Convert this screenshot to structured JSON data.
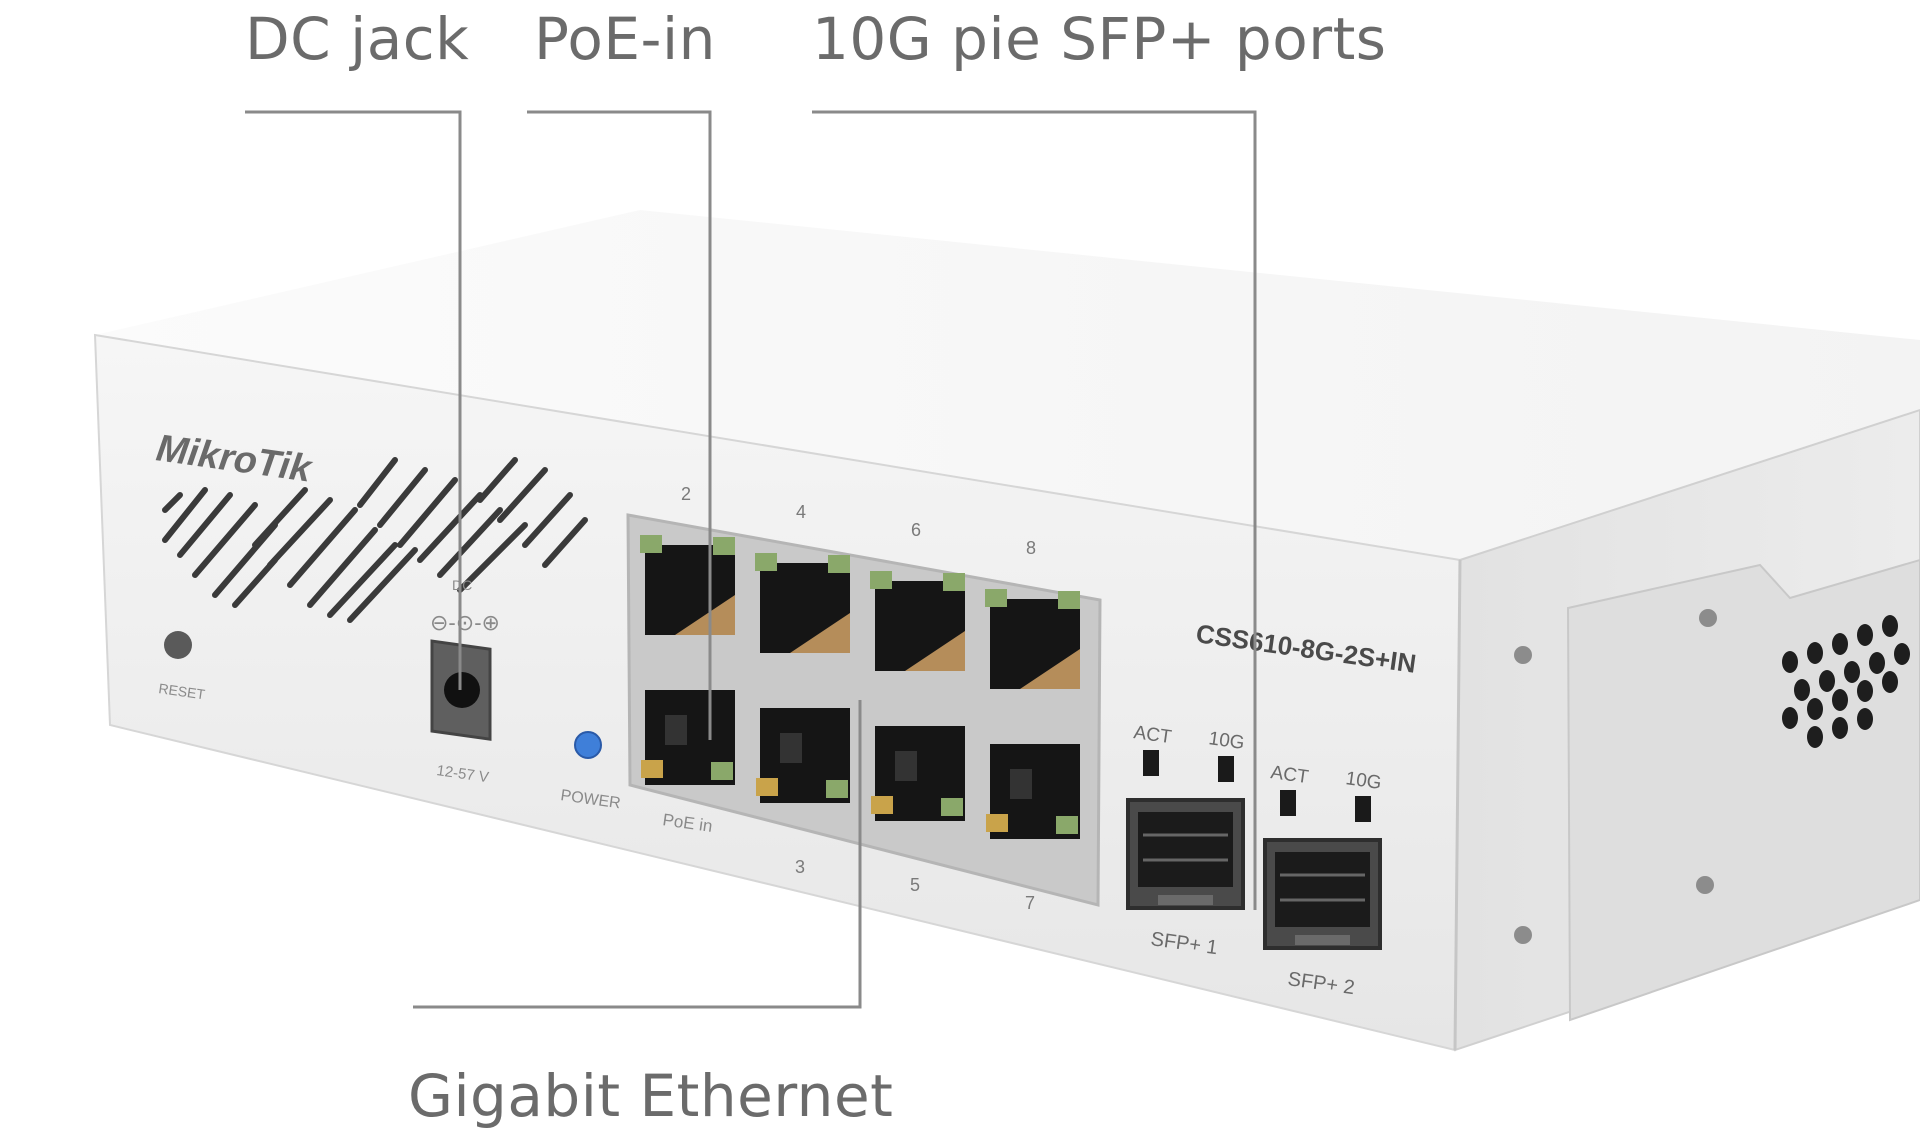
{
  "callouts": {
    "dc_jack": "DC jack",
    "poe_in": "PoE-in",
    "sfp_ports": "10G pie SFP+ ports",
    "gigabit": "Gigabit Ethernet"
  },
  "device": {
    "brand": "MikroTik",
    "model": "CSS610-8G-2S+IN",
    "reset_label": "RESET",
    "dc_label": "DC",
    "voltage_label": "12-57 V",
    "power_label": "POWER",
    "poe_label": "PoE in",
    "top_port_numbers": [
      "2",
      "4",
      "6",
      "8"
    ],
    "bottom_port_numbers": [
      "3",
      "5",
      "7"
    ],
    "sfp": [
      {
        "act": "ACT",
        "speed": "10G",
        "label": "SFP+ 1"
      },
      {
        "act": "ACT",
        "speed": "10G",
        "label": "SFP+ 2"
      }
    ]
  },
  "colors": {
    "callout_text": "#6b6b6b",
    "leader_line": "#8a8a8a",
    "chassis": "#f1f1f1",
    "port_black": "#151515",
    "led_green": "#8aa86a",
    "led_amber": "#c9a34a",
    "power_led": "#3f7fd9"
  }
}
